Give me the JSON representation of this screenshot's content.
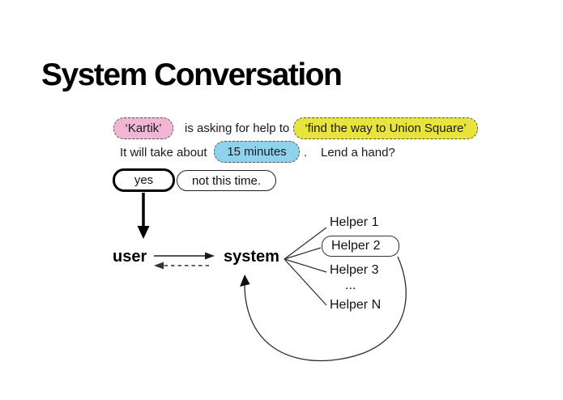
{
  "title": "System Conversation",
  "conversation": {
    "requester": "‘Kartik’",
    "asking_text": "is asking for help to",
    "request": "‘find the way to Union Square’",
    "duration_prefix": "It will take about",
    "duration": "15 minutes",
    "period": ".",
    "question": "Lend a hand?",
    "accept_label": "yes",
    "decline_label": "not this time."
  },
  "diagram": {
    "user_label": "user",
    "system_label": "system",
    "helpers": [
      "Helper 1",
      "Helper 2",
      "Helper 3",
      "...",
      "Helper N"
    ],
    "selected_helper": "Helper 2"
  },
  "colors": {
    "requester_highlight": "#f2b6d5",
    "request_highlight": "#e9e43c",
    "duration_highlight": "#8fd2ec"
  }
}
